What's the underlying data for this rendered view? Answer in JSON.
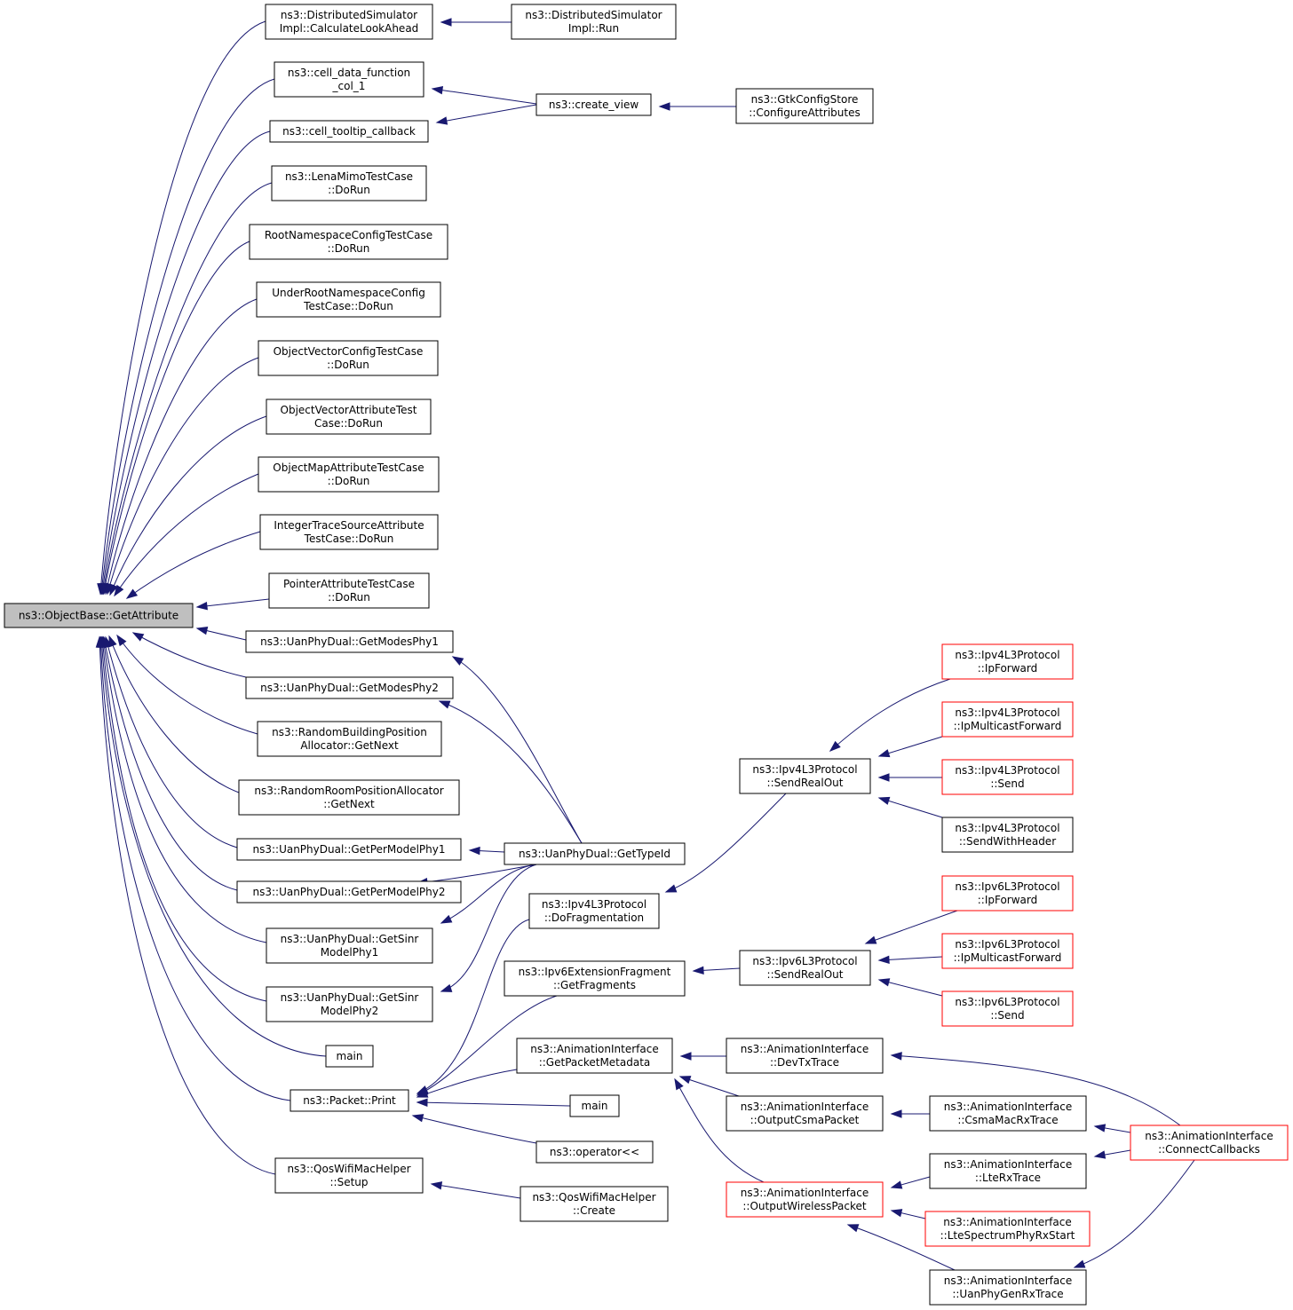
{
  "colors": {
    "edge": "#191970",
    "root_fill": "#bfbfbf",
    "truncated_border": "#ff0000",
    "border": "#000000"
  },
  "nodes": [
    {
      "id": "root",
      "lines": [
        "ns3::ObjectBase::GetAttribute"
      ],
      "root": true
    },
    {
      "id": "dsi_cla",
      "lines": [
        "ns3::DistributedSimulator",
        "Impl::CalculateLookAhead"
      ]
    },
    {
      "id": "dsi_run",
      "lines": [
        "ns3::DistributedSimulator",
        "Impl::Run"
      ]
    },
    {
      "id": "cdf",
      "lines": [
        "ns3::cell_data_function",
        "_col_1"
      ]
    },
    {
      "id": "create_view",
      "lines": [
        "ns3::create_view"
      ]
    },
    {
      "id": "gtk",
      "lines": [
        "ns3::GtkConfigStore",
        "::ConfigureAttributes"
      ]
    },
    {
      "id": "ctc",
      "lines": [
        "ns3::cell_tooltip_callback"
      ]
    },
    {
      "id": "lena",
      "lines": [
        "ns3::LenaMimoTestCase",
        "::DoRun"
      ]
    },
    {
      "id": "rootns",
      "lines": [
        "RootNamespaceConfigTestCase",
        "::DoRun"
      ]
    },
    {
      "id": "underroot",
      "lines": [
        "UnderRootNamespaceConfig",
        "TestCase::DoRun"
      ]
    },
    {
      "id": "ovc",
      "lines": [
        "ObjectVectorConfigTestCase",
        "::DoRun"
      ]
    },
    {
      "id": "ova",
      "lines": [
        "ObjectVectorAttributeTest",
        "Case::DoRun"
      ]
    },
    {
      "id": "oma",
      "lines": [
        "ObjectMapAttributeTestCase",
        "::DoRun"
      ]
    },
    {
      "id": "itsa",
      "lines": [
        "IntegerTraceSourceAttribute",
        "TestCase::DoRun"
      ]
    },
    {
      "id": "pat",
      "lines": [
        "PointerAttributeTestCase",
        "::DoRun"
      ]
    },
    {
      "id": "gmp1",
      "lines": [
        "ns3::UanPhyDual::GetModesPhy1"
      ]
    },
    {
      "id": "gmp2",
      "lines": [
        "ns3::UanPhyDual::GetModesPhy2"
      ]
    },
    {
      "id": "rbpa",
      "lines": [
        "ns3::RandomBuildingPosition",
        "Allocator::GetNext"
      ]
    },
    {
      "id": "rrpa",
      "lines": [
        "ns3::RandomRoomPositionAllocator",
        "::GetNext"
      ]
    },
    {
      "id": "gpmp1",
      "lines": [
        "ns3::UanPhyDual::GetPerModelPhy1"
      ]
    },
    {
      "id": "gpmp2",
      "lines": [
        "ns3::UanPhyDual::GetPerModelPhy2"
      ]
    },
    {
      "id": "gsmp1",
      "lines": [
        "ns3::UanPhyDual::GetSinr",
        "ModelPhy1"
      ]
    },
    {
      "id": "gsmp2",
      "lines": [
        "ns3::UanPhyDual::GetSinr",
        "ModelPhy2"
      ]
    },
    {
      "id": "main1",
      "lines": [
        "main"
      ]
    },
    {
      "id": "pprint",
      "lines": [
        "ns3::Packet::Print"
      ]
    },
    {
      "id": "qwmh_setup",
      "lines": [
        "ns3::QosWifiMacHelper",
        "::Setup"
      ]
    },
    {
      "id": "gettypeid",
      "lines": [
        "ns3::UanPhyDual::GetTypeId"
      ]
    },
    {
      "id": "dofrag",
      "lines": [
        "ns3::Ipv4L3Protocol",
        "::DoFragmentation"
      ]
    },
    {
      "id": "ip4sro",
      "lines": [
        "ns3::Ipv4L3Protocol",
        "::SendRealOut"
      ]
    },
    {
      "id": "ip4fwd",
      "lines": [
        "ns3::Ipv4L3Protocol",
        "::IpForward"
      ],
      "truncated": true
    },
    {
      "id": "ip4mfwd",
      "lines": [
        "ns3::Ipv4L3Protocol",
        "::IpMulticastForward"
      ],
      "truncated": true
    },
    {
      "id": "ip4send",
      "lines": [
        "ns3::Ipv4L3Protocol",
        "::Send"
      ],
      "truncated": true
    },
    {
      "id": "ip4swh",
      "lines": [
        "ns3::Ipv4L3Protocol",
        "::SendWithHeader"
      ]
    },
    {
      "id": "ip6getfrag",
      "lines": [
        "ns3::Ipv6ExtensionFragment",
        "::GetFragments"
      ]
    },
    {
      "id": "ip6sro",
      "lines": [
        "ns3::Ipv6L3Protocol",
        "::SendRealOut"
      ]
    },
    {
      "id": "ip6fwd",
      "lines": [
        "ns3::Ipv6L3Protocol",
        "::IpForward"
      ],
      "truncated": true
    },
    {
      "id": "ip6mfwd",
      "lines": [
        "ns3::Ipv6L3Protocol",
        "::IpMulticastForward"
      ],
      "truncated": true
    },
    {
      "id": "ip6send",
      "lines": [
        "ns3::Ipv6L3Protocol",
        "::Send"
      ],
      "truncated": true
    },
    {
      "id": "aigpm",
      "lines": [
        "ns3::AnimationInterface",
        "::GetPacketMetadata"
      ]
    },
    {
      "id": "aidtx",
      "lines": [
        "ns3::AnimationInterface",
        "::DevTxTrace"
      ]
    },
    {
      "id": "aiocp",
      "lines": [
        "ns3::AnimationInterface",
        "::OutputCsmaPacket"
      ]
    },
    {
      "id": "aicmrx",
      "lines": [
        "ns3::AnimationInterface",
        "::CsmaMacRxTrace"
      ]
    },
    {
      "id": "aicc",
      "lines": [
        "ns3::AnimationInterface",
        "::ConnectCallbacks"
      ],
      "truncated": true
    },
    {
      "id": "main2",
      "lines": [
        "main"
      ]
    },
    {
      "id": "oplt",
      "lines": [
        "ns3::operator<<"
      ]
    },
    {
      "id": "qwmh_create",
      "lines": [
        "ns3::QosWifiMacHelper",
        "::Create"
      ]
    },
    {
      "id": "aiowp",
      "lines": [
        "ns3::AnimationInterface",
        "::OutputWirelessPacket"
      ],
      "truncated": true
    },
    {
      "id": "ailrx",
      "lines": [
        "ns3::AnimationInterface",
        "::LteRxTrace"
      ]
    },
    {
      "id": "ailsp",
      "lines": [
        "ns3::AnimationInterface",
        "::LteSpectrumPhyRxStart"
      ],
      "truncated": true
    },
    {
      "id": "aiupg",
      "lines": [
        "ns3::AnimationInterface",
        "::UanPhyGenRxTrace"
      ]
    }
  ],
  "edges": [
    {
      "from": "dsi_cla",
      "to": "root"
    },
    {
      "from": "cdf",
      "to": "root"
    },
    {
      "from": "ctc",
      "to": "root"
    },
    {
      "from": "lena",
      "to": "root"
    },
    {
      "from": "rootns",
      "to": "root"
    },
    {
      "from": "underroot",
      "to": "root"
    },
    {
      "from": "ovc",
      "to": "root"
    },
    {
      "from": "ova",
      "to": "root"
    },
    {
      "from": "oma",
      "to": "root"
    },
    {
      "from": "itsa",
      "to": "root"
    },
    {
      "from": "pat",
      "to": "root"
    },
    {
      "from": "gmp1",
      "to": "root"
    },
    {
      "from": "gmp2",
      "to": "root"
    },
    {
      "from": "rbpa",
      "to": "root"
    },
    {
      "from": "rrpa",
      "to": "root"
    },
    {
      "from": "gpmp1",
      "to": "root"
    },
    {
      "from": "gpmp2",
      "to": "root"
    },
    {
      "from": "gsmp1",
      "to": "root"
    },
    {
      "from": "gsmp2",
      "to": "root"
    },
    {
      "from": "main1",
      "to": "root"
    },
    {
      "from": "pprint",
      "to": "root"
    },
    {
      "from": "qwmh_setup",
      "to": "root"
    },
    {
      "from": "dsi_run",
      "to": "dsi_cla"
    },
    {
      "from": "create_view",
      "to": "cdf"
    },
    {
      "from": "create_view",
      "to": "ctc"
    },
    {
      "from": "gtk",
      "to": "create_view"
    },
    {
      "from": "gettypeid",
      "to": "gmp1"
    },
    {
      "from": "gettypeid",
      "to": "gmp2"
    },
    {
      "from": "gettypeid",
      "to": "gpmp1"
    },
    {
      "from": "gettypeid",
      "to": "gpmp2"
    },
    {
      "from": "gettypeid",
      "to": "gsmp1"
    },
    {
      "from": "gettypeid",
      "to": "gsmp2"
    },
    {
      "from": "dofrag",
      "to": "pprint"
    },
    {
      "from": "ip6getfrag",
      "to": "pprint"
    },
    {
      "from": "aigpm",
      "to": "pprint"
    },
    {
      "from": "main2",
      "to": "pprint"
    },
    {
      "from": "oplt",
      "to": "pprint"
    },
    {
      "from": "qwmh_create",
      "to": "qwmh_setup"
    },
    {
      "from": "ip4sro",
      "to": "dofrag"
    },
    {
      "from": "ip4fwd",
      "to": "ip4sro"
    },
    {
      "from": "ip4mfwd",
      "to": "ip4sro"
    },
    {
      "from": "ip4send",
      "to": "ip4sro"
    },
    {
      "from": "ip4swh",
      "to": "ip4sro"
    },
    {
      "from": "ip6sro",
      "to": "ip6getfrag"
    },
    {
      "from": "ip6fwd",
      "to": "ip6sro"
    },
    {
      "from": "ip6mfwd",
      "to": "ip6sro"
    },
    {
      "from": "ip6send",
      "to": "ip6sro"
    },
    {
      "from": "aidtx",
      "to": "aigpm"
    },
    {
      "from": "aiocp",
      "to": "aigpm"
    },
    {
      "from": "aiowp",
      "to": "aigpm"
    },
    {
      "from": "aicc",
      "to": "aidtx"
    },
    {
      "from": "aicmrx",
      "to": "aiocp"
    },
    {
      "from": "aicc",
      "to": "aicmrx"
    },
    {
      "from": "ailrx",
      "to": "aiowp"
    },
    {
      "from": "ailsp",
      "to": "aiowp"
    },
    {
      "from": "aiupg",
      "to": "aiowp"
    },
    {
      "from": "aicc",
      "to": "ailrx"
    },
    {
      "from": "aicc",
      "to": "aiupg"
    }
  ]
}
